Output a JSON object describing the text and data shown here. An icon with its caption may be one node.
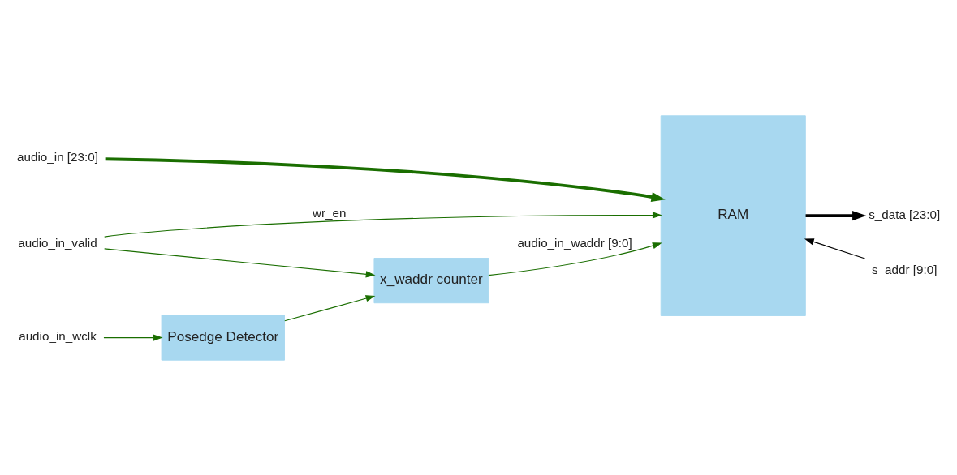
{
  "diagram": {
    "nodes": [
      {
        "text": [
          "audio_in [23:0]"
        ]
      },
      {
        "text": [
          "RAM"
        ]
      },
      {
        "text": [
          "s_data [23:0]"
        ]
      },
      {
        "text": [
          "audio_in_valid"
        ]
      },
      {
        "text": [
          "s_addr [9:0]"
        ]
      },
      {
        "text": [
          "x_waddr counter"
        ]
      },
      {
        "text": [
          "audio_in_wclk"
        ]
      },
      {
        "text": [
          "Posedge Detector"
        ]
      }
    ],
    "edges": [
      {
        "from": 0,
        "to": 1,
        "arrow": "to",
        "style": "thick"
      },
      {
        "from": 3,
        "to": 1,
        "arrow": "to",
        "label": "wr_en"
      },
      {
        "from": 3,
        "to": 5,
        "arrow": "to"
      },
      {
        "from": 5,
        "to": 1,
        "arrow": "to",
        "label": "audio_in_waddr [9:0]"
      },
      {
        "from": 1,
        "to": 2,
        "arrow": "to",
        "style": "thick",
        "color": "#000000"
      },
      {
        "from": 4,
        "to": 1,
        "arrow": "to",
        "color": "#000000"
      },
      {
        "from": 6,
        "to": 7,
        "arrow": "to"
      },
      {
        "from": 7,
        "to": 5,
        "arrow": "to"
      }
    ]
  }
}
